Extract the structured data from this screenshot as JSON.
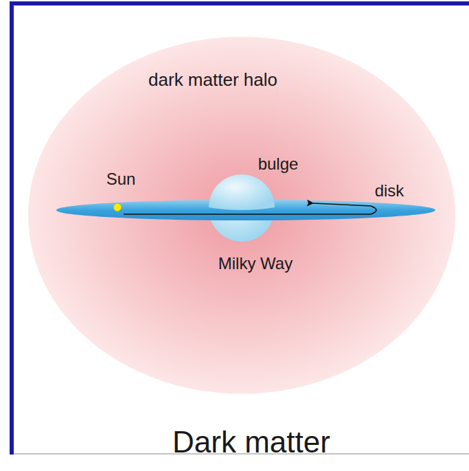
{
  "diagram": {
    "caption": "Dark matter",
    "nodes": [
      {
        "text": [
          "dark matter halo"
        ]
      }
    ],
    "labels": [
      "bulge",
      "Sun",
      "disk",
      "Milky Way"
    ]
  }
}
